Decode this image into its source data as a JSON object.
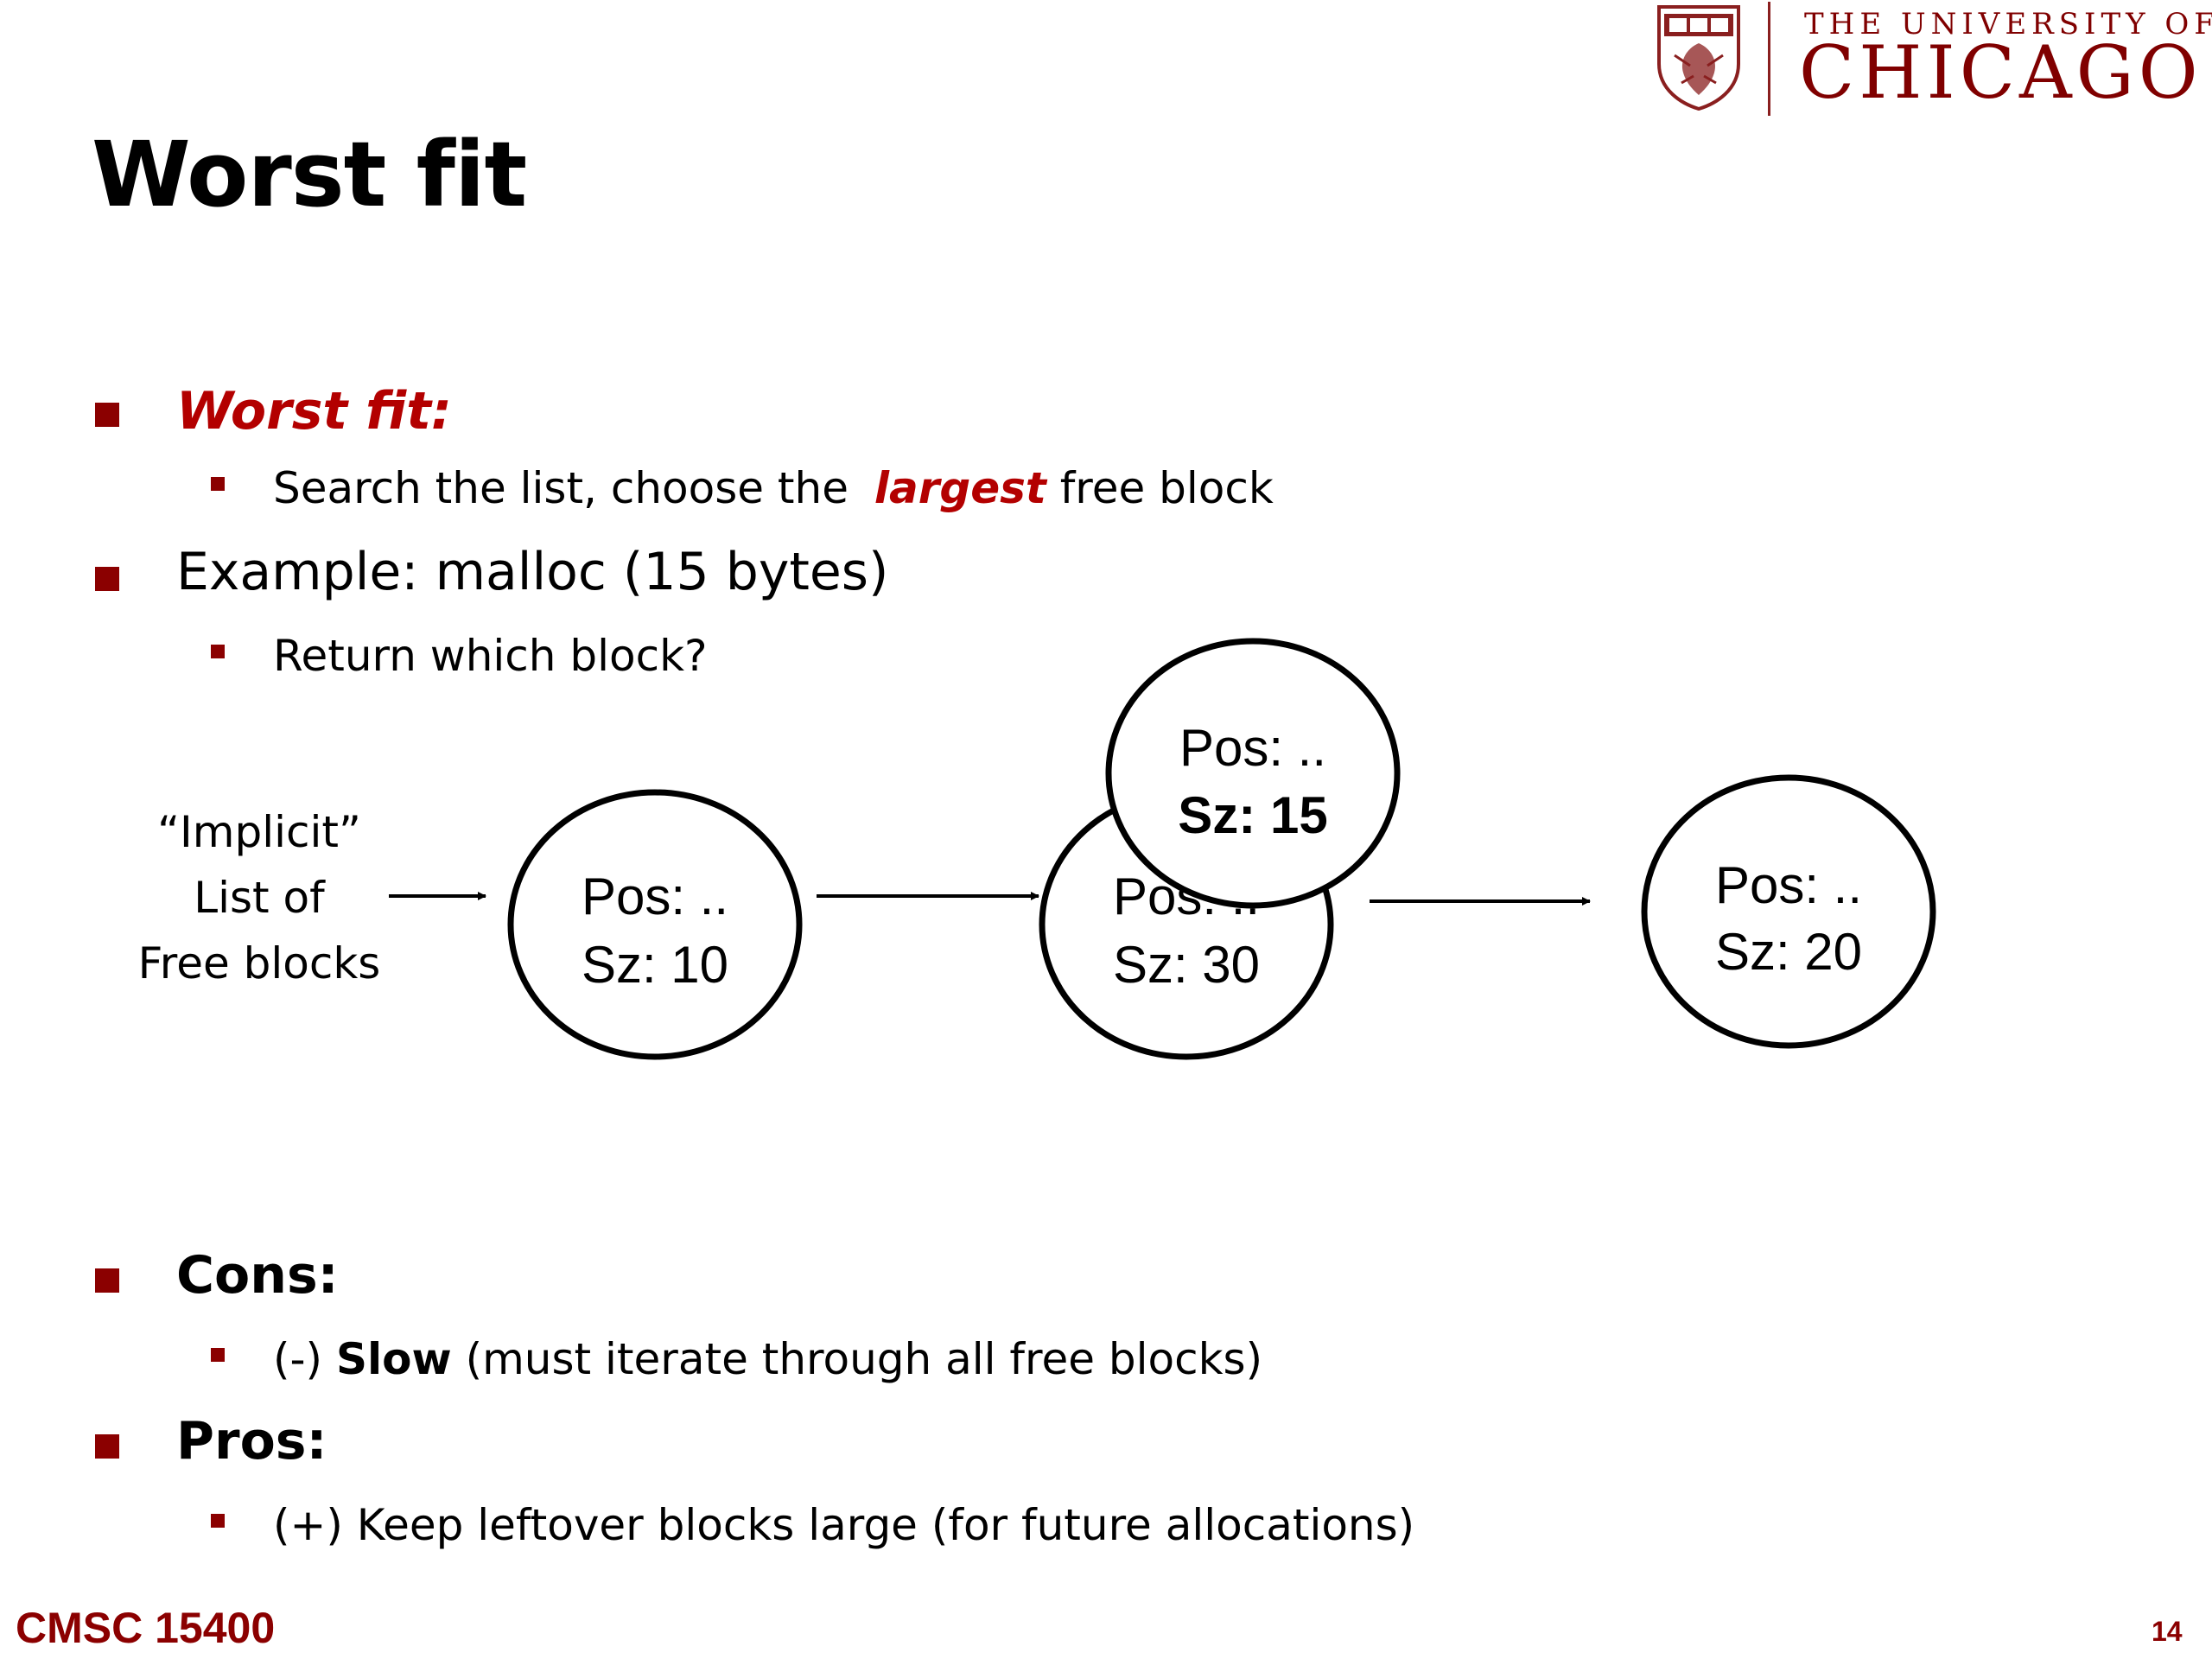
{
  "logo": {
    "line1": "THE UNIVERSITY OF",
    "line2": "CHICAGO"
  },
  "slide": {
    "title": "Worst fit"
  },
  "bullets": {
    "worst_fit_label": "Worst fit:",
    "search_pre": "Search the list, choose the",
    "search_emph": "largest",
    "search_post": "free block",
    "example": "Example: malloc (15 bytes)",
    "return_q": "Return which block?",
    "cons_label": "Cons:",
    "cons_pre": "(-)",
    "cons_bold": "Slow",
    "cons_post": "(must iterate through all free blocks)",
    "pros_label": "Pros:",
    "pros_text": "(+) Keep leftover blocks large (for future allocations)"
  },
  "diagram": {
    "list_label": {
      "line1": "“Implicit”",
      "line2": "List of",
      "line3": "Free blocks"
    },
    "blocks": [
      {
        "pos": "Pos: ..",
        "size": "Sz: 10"
      },
      {
        "pos": "Pos: ..",
        "size": "Sz: 30"
      },
      {
        "pos": "Pos: ..",
        "size": "Sz: 20"
      }
    ],
    "request": {
      "pos": "Pos: ..",
      "size": "Sz: 15"
    }
  },
  "footer": {
    "course": "CMSC 15400",
    "page": "14"
  },
  "colors": {
    "accent": "#8b0000",
    "emphasis": "#b30000"
  }
}
